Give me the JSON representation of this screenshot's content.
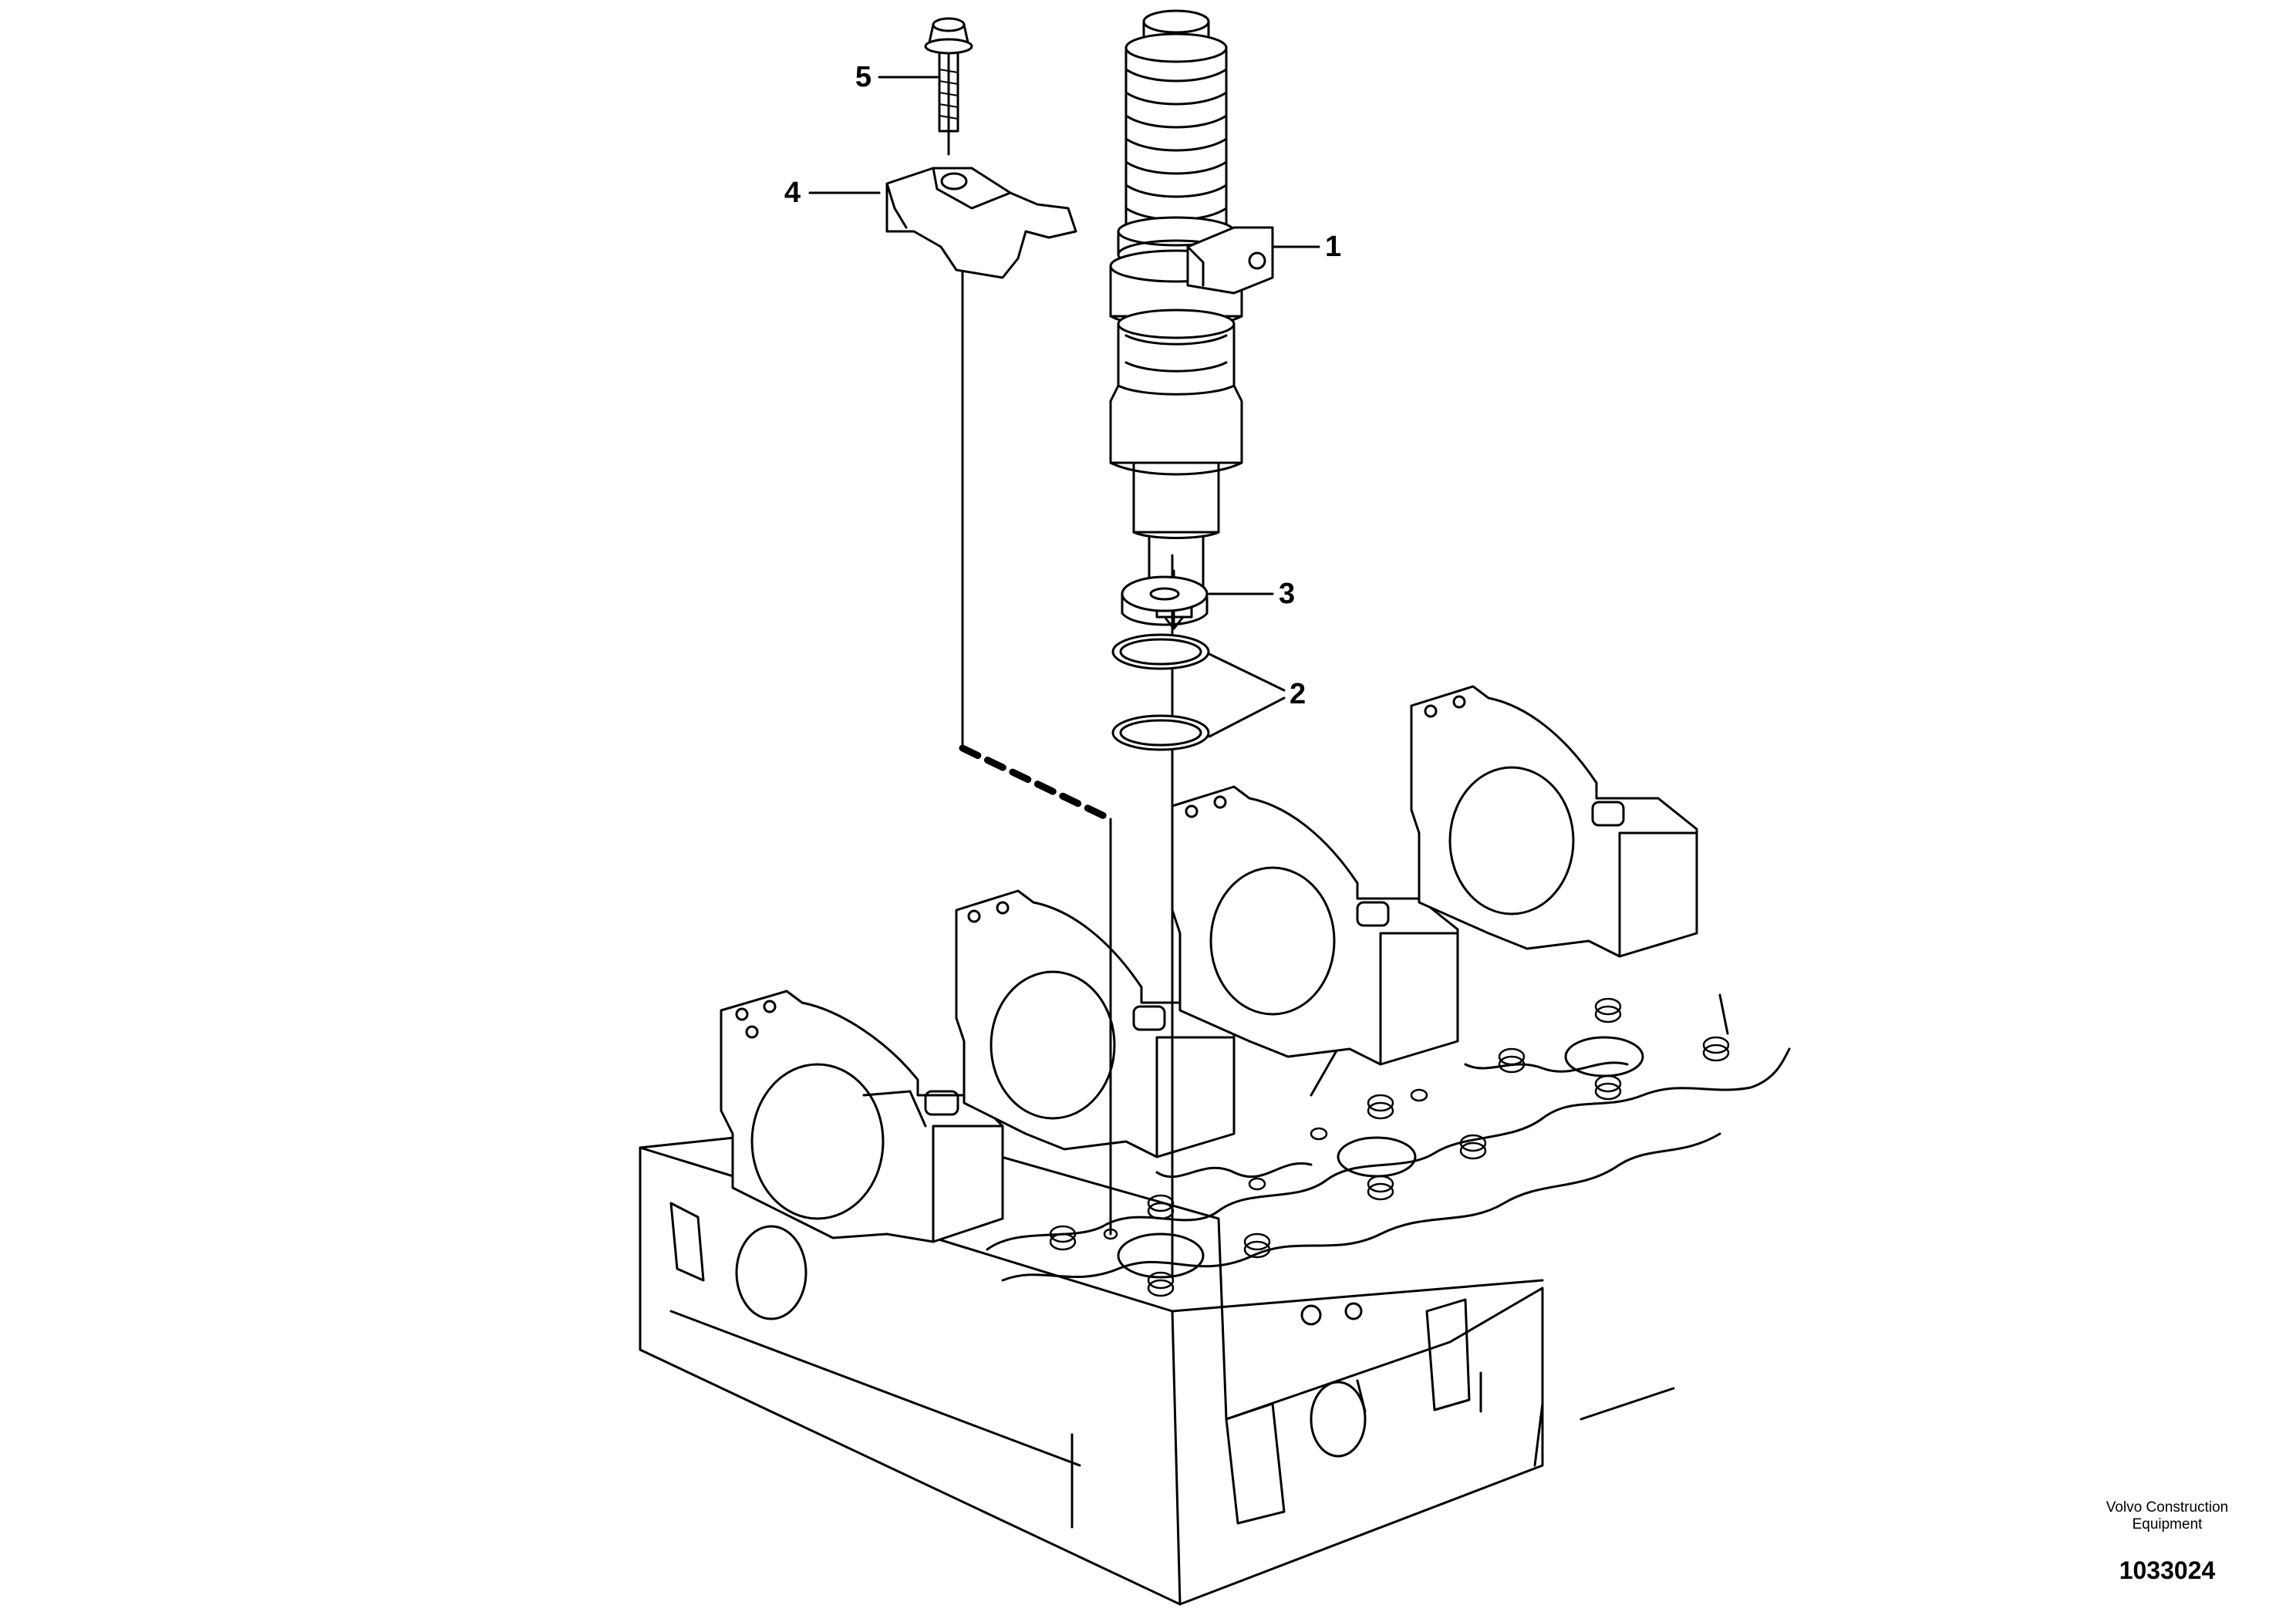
{
  "callouts": [
    {
      "id": "1",
      "label": "1"
    },
    {
      "id": "2",
      "label": "2"
    },
    {
      "id": "3",
      "label": "3"
    },
    {
      "id": "4",
      "label": "4"
    },
    {
      "id": "5",
      "label": "5"
    }
  ],
  "footer": {
    "manufacturer": "Volvo Construction\nEquipment",
    "figure_number": "1033024"
  }
}
